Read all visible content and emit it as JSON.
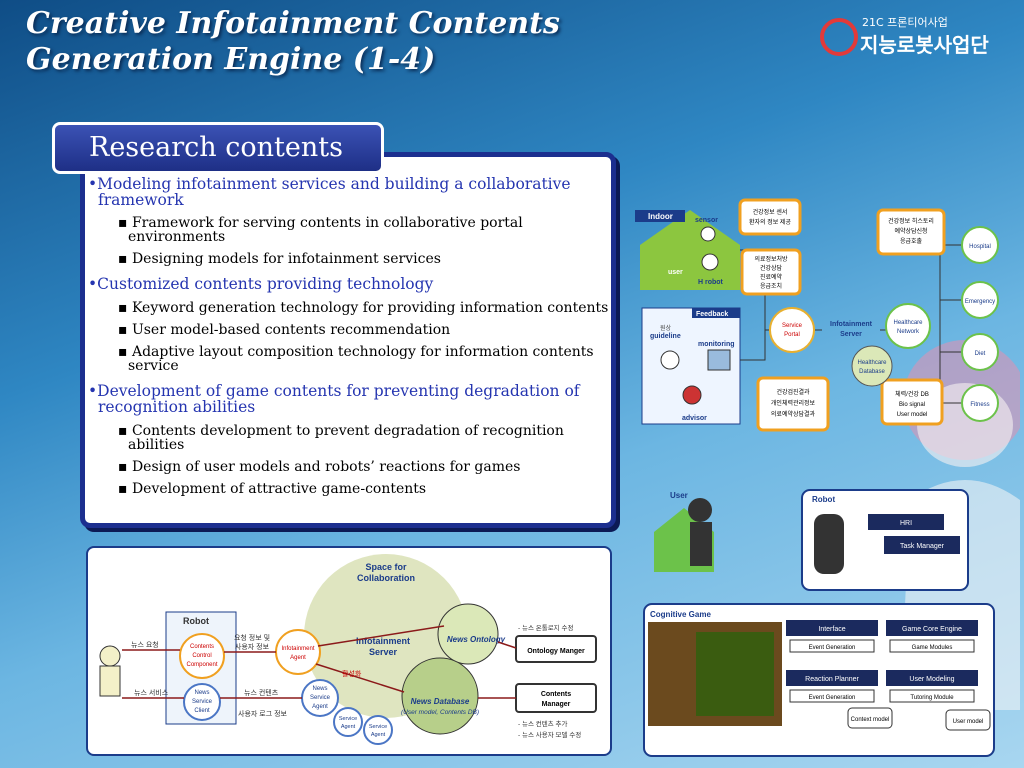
{
  "title": {
    "line1": "Creative Infotainment Contents",
    "line2": "Generation Engine (1-4)"
  },
  "logo": {
    "subtitle": "21C 프론티어사업",
    "name": "지능로봇사업단"
  },
  "research": {
    "tab_label": "Research contents",
    "sections": [
      {
        "label": "Modeling infotainment services and building a collaborative framework",
        "items": [
          "Framework for serving contents in collaborative portal environments",
          "Designing models for infotainment services"
        ]
      },
      {
        "label": "Customized contents providing technology",
        "items": [
          "Keyword generation technology for providing information contents",
          "User model-based contents recommendation",
          "Adaptive layout composition technology for information contents service"
        ]
      },
      {
        "label": "Development of game contents for preventing degradation of recognition abilities",
        "items": [
          "Contents development to prevent degradation of recognition abilities",
          "Design of user models and robots’ reactions for games",
          "Development of attractive game-contents"
        ]
      }
    ]
  },
  "health_diagram": {
    "indoor": "Indoor",
    "sensor": "sensor",
    "user": "user",
    "h_robot": "H robot",
    "feedback": "Feedback",
    "guideline_kr": "원상",
    "guideline": "guideline",
    "monitoring": "monitoring",
    "advisor": "advisor",
    "callout1": [
      "건강정보 센서",
      "환자의 정보 제공"
    ],
    "callout2": [
      "의료정보처방",
      "건강상담",
      "진료예약",
      "응급조치"
    ],
    "callout3": [
      "건강검진결과",
      "개인체력관리정보",
      "의료예약상담결과"
    ],
    "callout4": [
      "건강정보 히스토리",
      "예약상담신청",
      "응급호출"
    ],
    "callout5": [
      "체력/건강 DB",
      "Bio signal",
      "User model"
    ],
    "service_portal": [
      "Service",
      "Portal"
    ],
    "infotainment_server": [
      "Infotainment",
      "Server"
    ],
    "healthcare_database": [
      "Healthcare",
      "Database"
    ],
    "healthcare_network": [
      "Healthcare",
      "Network"
    ],
    "nodes": [
      "Hospital",
      "Emergency",
      "Diet",
      "Fitness"
    ]
  },
  "news_diagram": {
    "space_label": [
      "Space for",
      "Collaboration"
    ],
    "robot": "Robot",
    "ccc": [
      "Contents",
      "Control",
      "Component"
    ],
    "nsc": [
      "News",
      "Service",
      "Client"
    ],
    "infotainment_agent": [
      "Infotainment",
      "Agent"
    ],
    "news_service_agent": [
      "News",
      "Service",
      "Agent"
    ],
    "service_agent": [
      "Service",
      "Agent"
    ],
    "infotainment_server": [
      "Infotainment",
      "Server"
    ],
    "news_ontology": "News Ontology",
    "news_database": "News Database",
    "news_database_sub": "(User model, Contents DB)",
    "ontology_manager": "Ontology Manger",
    "contents_manager": [
      "Contents",
      "Manager"
    ],
    "kr_request": "뉴스 요청",
    "kr_reqinfo": [
      "요청 정보 및",
      "사용자 정보"
    ],
    "kr_service": "뉴스 서비스",
    "kr_contents": "뉴스 컨텐츠",
    "kr_log": "사용자 로그 정보",
    "kr_activate": "활성화",
    "kr_ontology_edit": "- 뉴스 온톨로지 수정",
    "kr_contents_add": [
      "- 뉴스 컨텐츠 추가",
      "- 뉴스 사용자 모델 수정"
    ]
  },
  "game_diagram": {
    "user": "User",
    "robot": "Robot",
    "hri": "HRI",
    "task_manager": "Task Manager",
    "cognitive_game": "Cognitive Game",
    "interface": "Interface",
    "event_generation": "Event Generation",
    "game_core_engine": "Game Core Engine",
    "game_modules": "Game Modules",
    "reaction_planner": "Reaction Planner",
    "user_modeling": "User Modeling",
    "tutoring_module": "Tutoring Module",
    "context_model": "Context model",
    "user_model": "User model"
  },
  "colors": {
    "accent": "#1c2f8f",
    "bullet_blue": "#2535b0",
    "orange": "#f0a020",
    "green": "#6cc24a"
  }
}
